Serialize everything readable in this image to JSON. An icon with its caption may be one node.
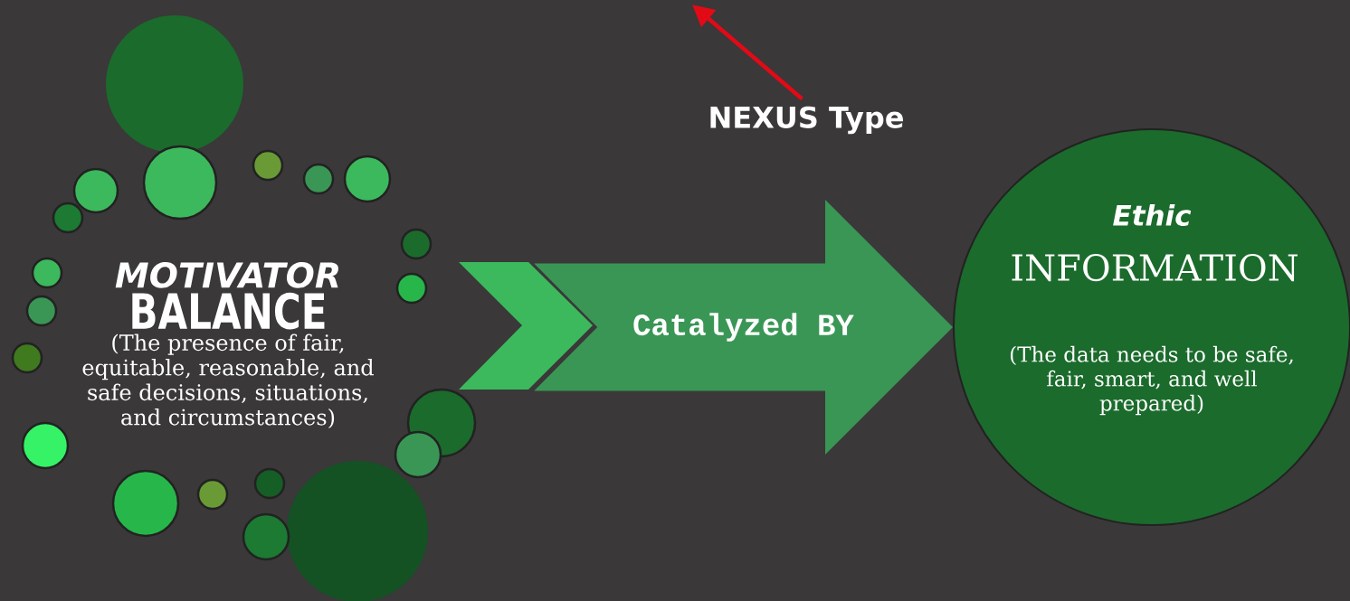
{
  "diagram": {
    "nodes": [
      {
        "text": [
          "MOTIVATOR",
          "BALANCE",
          "(The presence of fair, equitable, reasonable, and safe decisions, situations, and circumstances)"
        ]
      },
      {
        "text": [
          "Ethic",
          "INFORMATION",
          "(The data needs to be safe, fair, smart, and well prepared)"
        ]
      },
      {
        "text": [
          "NEXUS Type"
        ]
      }
    ],
    "edges": [
      {
        "from": 0,
        "to": 1,
        "arrow": "to",
        "label": "Catalyzed BY",
        "style": "thick",
        "color": "#3a9655"
      },
      {
        "from": 2,
        "to": null,
        "arrow": "to",
        "color": "#e20a16"
      }
    ]
  }
}
